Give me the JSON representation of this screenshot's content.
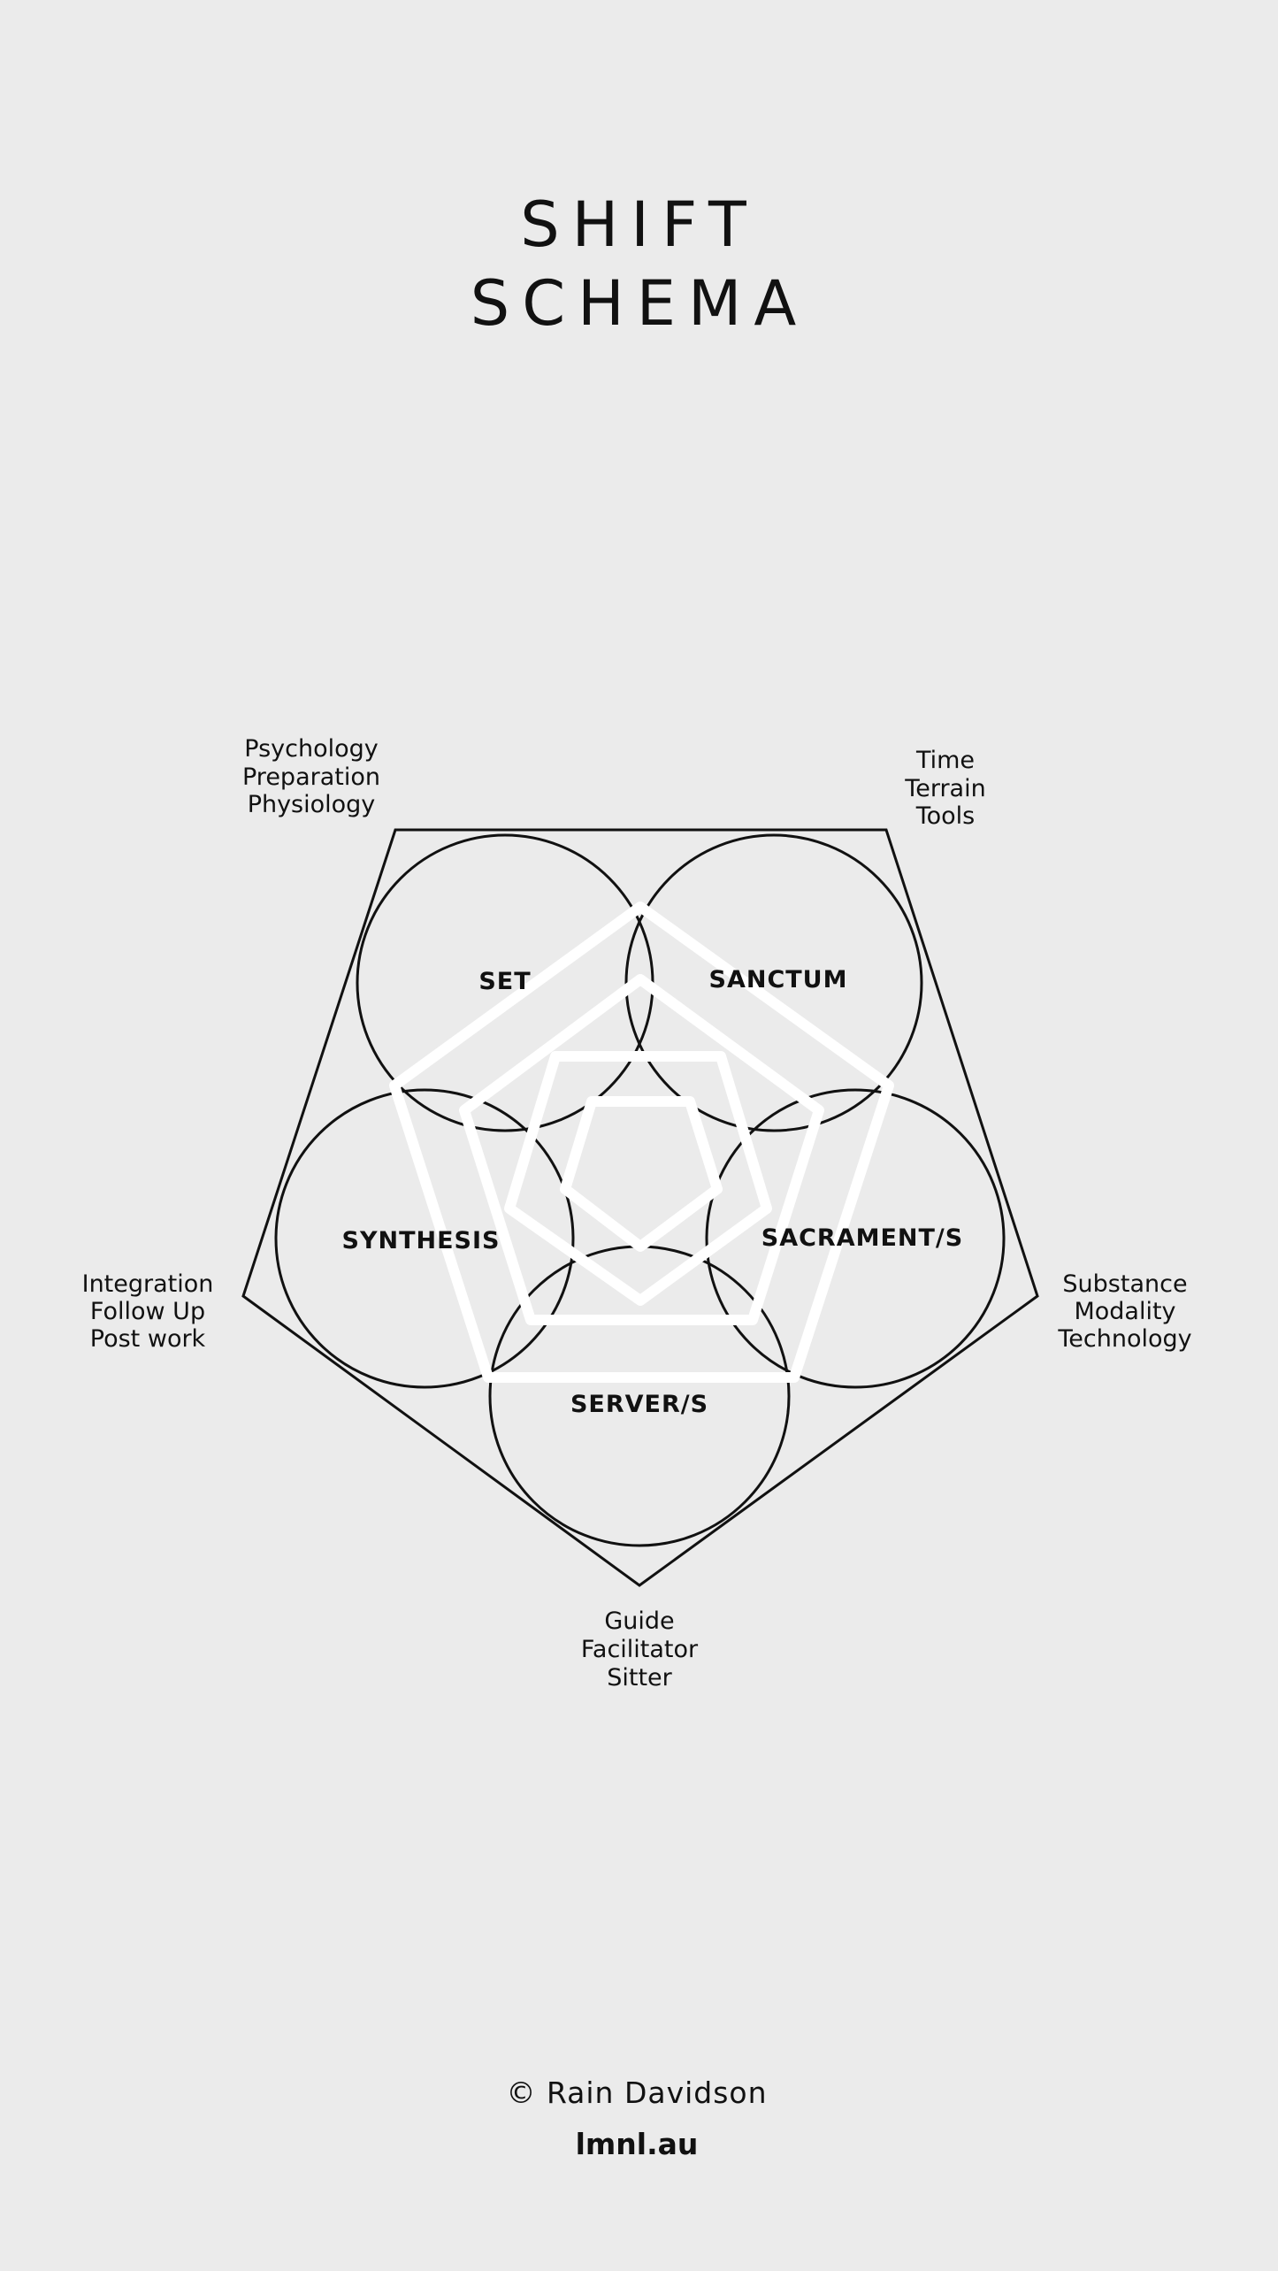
{
  "title": {
    "line1": "SHIFT",
    "line2": "SCHEMA"
  },
  "nodes": {
    "set": "SET",
    "sanctum": "SANCTUM",
    "synthesis": "SYNTHESIS",
    "sacrament": "SACRAMENT/S",
    "server": "SERVER/S"
  },
  "annotations": {
    "set": [
      "Psychology",
      "Preparation",
      "Physiology"
    ],
    "sanctum": [
      "Time",
      "Terrain",
      "Tools"
    ],
    "synthesis": [
      "Integration",
      "Follow Up",
      "Post work"
    ],
    "sacrament": [
      "Substance",
      "Modality",
      "Technology"
    ],
    "server": [
      "Guide",
      "Facilitator",
      "Sitter"
    ]
  },
  "footer": {
    "copyright": "© Rain Davidson",
    "site": "lmnl.au"
  },
  "colors": {
    "background": "#ebebeb",
    "ink": "#111111",
    "highlight": "#ffffff"
  }
}
